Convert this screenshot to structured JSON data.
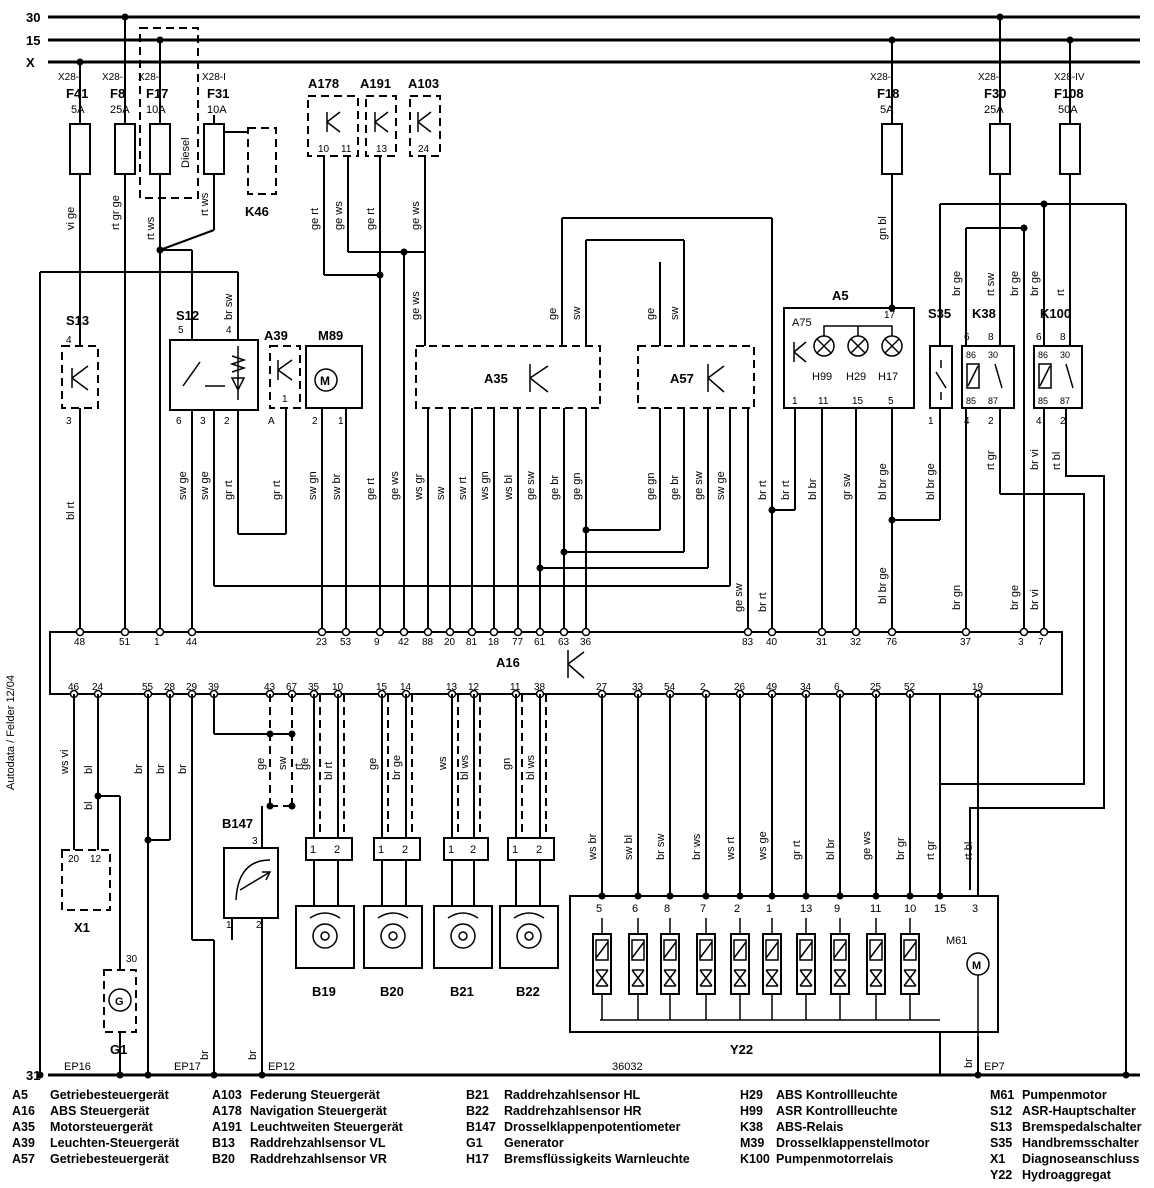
{
  "rails": {
    "r30": "30",
    "r15": "15",
    "rX": "X",
    "r31": "31"
  },
  "sidebar_note": "Autodata / Felder 12/04",
  "ref_number": "36032",
  "connectors": {
    "x28i": "X28-I",
    "x28iv": "X28-IV"
  },
  "fuses": [
    {
      "id": "F41",
      "rating": "5A"
    },
    {
      "id": "F8",
      "rating": "25A"
    },
    {
      "id": "F17",
      "rating": "10A"
    },
    {
      "id": "F31",
      "rating": "10A"
    },
    {
      "id": "F18",
      "rating": "5A"
    },
    {
      "id": "F30",
      "rating": "25A"
    },
    {
      "id": "F108",
      "rating": "50A"
    }
  ],
  "components": {
    "A178": "A178",
    "A191": "A191",
    "A103": "A103",
    "K46": "K46",
    "S13": "S13",
    "S12": "S12",
    "A39": "A39",
    "M89": "M89",
    "A35": "A35",
    "A57": "A57",
    "A5": "A5",
    "A75": "A75",
    "H99": "H99",
    "H29": "H29",
    "H17": "H17",
    "S35": "S35",
    "K38": "K38",
    "K100": "K100",
    "A16": "A16",
    "X1": "X1",
    "G1": "G1",
    "B147": "B147",
    "B19": "B19",
    "B20": "B20",
    "B21": "B21",
    "B22": "B22",
    "Y22": "Y22",
    "M61": "M61",
    "diesel": "Diesel"
  },
  "grounds": {
    "ep16": "EP16",
    "ep17": "EP17",
    "ep12": "EP12",
    "ep7": "EP7"
  },
  "wire_colors": {
    "vi_ge": "vi ge",
    "rt_gr_ge": "rt gr ge",
    "rt_ws": "rt ws",
    "gn_bl": "gn bl",
    "ge_rt": "ge rt",
    "ge_ws": "ge ws",
    "ge": "ge",
    "sw": "sw",
    "br_sw": "br sw",
    "br_ge": "br ge",
    "rt_sw": "rt sw",
    "rt": "rt",
    "bl_rt": "bl rt",
    "sw_ge": "sw ge",
    "gr_rt": "gr rt",
    "sw_gn": "sw gn",
    "sw_br": "sw br",
    "ws_gr": "ws gr",
    "sw_rt": "sw rt",
    "ws_gn": "ws gn",
    "ws_bl": "ws bl",
    "ge_br": "ge br",
    "ge_gn": "ge gn",
    "ge_sw": "ge sw",
    "br_rt": "br rt",
    "bl_br": "bl br",
    "gr_sw": "gr sw",
    "bl_br_ge": "bl br ge",
    "br_gn": "br gn",
    "br_vi": "br vi",
    "rt_bl": "rt bl",
    "ws_vi": "ws vi",
    "bl": "bl",
    "br": "br",
    "gn": "gn",
    "ws": "ws",
    "ws_br": "ws br",
    "sw_bl": "sw bl",
    "br_ws": "br ws",
    "ws_rt": "ws rt",
    "ws_ge": "ws ge",
    "bl_rt2": "bl rt",
    "br_gr": "br gr",
    "rt_gr": "rt gr",
    "bl_ws": "bl ws",
    "rt_bl2": "rt bl"
  },
  "legend": [
    [
      "A5",
      "Getriebesteuergerät"
    ],
    [
      "A16",
      "ABS Steuergerät"
    ],
    [
      "A35",
      "Motorsteuergerät"
    ],
    [
      "A39",
      "Leuchten-Steuergerät"
    ],
    [
      "A57",
      "Getriebesteuergerät"
    ],
    [
      "A103",
      "Federung Steuergerät"
    ],
    [
      "A178",
      "Navigation Steuergerät"
    ],
    [
      "A191",
      "Leuchtweiten Steuergerät"
    ],
    [
      "B13",
      "Raddrehzahlsensor VL"
    ],
    [
      "B20",
      "Raddrehzahlsensor VR"
    ],
    [
      "B21",
      "Raddrehzahlsensor HL"
    ],
    [
      "B22",
      "Raddrehzahlsensor HR"
    ],
    [
      "B147",
      "Drosselklappenpotentiometer"
    ],
    [
      "G1",
      "Generator"
    ],
    [
      "H17",
      "Bremsflüssigkeits Warnleuchte"
    ],
    [
      "H29",
      "ABS Kontrollleuchte"
    ],
    [
      "H99",
      "ASR Kontrollleuchte"
    ],
    [
      "K38",
      "ABS-Relais"
    ],
    [
      "M39",
      "Drosselklappenstellmotor"
    ],
    [
      "K100",
      "Pumpenmotorrelais"
    ],
    [
      "M61",
      "Pumpenmotor"
    ],
    [
      "S12",
      "ASR-Hauptschalter"
    ],
    [
      "S13",
      "Bremspedalschalter"
    ],
    [
      "S35",
      "Handbremsschalter"
    ],
    [
      "X1",
      "Diagnoseanschluss"
    ],
    [
      "Y22",
      "Hydroaggregat"
    ]
  ],
  "a16_top_pins": [
    "48",
    "51",
    "1",
    "44",
    "23",
    "53",
    "9",
    "42",
    "88",
    "20",
    "81",
    "18",
    "77",
    "61",
    "63",
    "36",
    "83",
    "40",
    "31",
    "32",
    "76",
    "37",
    "3",
    "7"
  ],
  "a16_bottom_pins": [
    "46",
    "24",
    "55",
    "28",
    "29",
    "39",
    "43",
    "67",
    "35",
    "10",
    "15",
    "14",
    "13",
    "12",
    "11",
    "38",
    "27",
    "33",
    "54",
    "2",
    "26",
    "49",
    "34",
    "6",
    "25",
    "52",
    "19"
  ],
  "y22_pins": [
    "5",
    "6",
    "8",
    "7",
    "2",
    "1",
    "13",
    "9",
    "11",
    "10",
    "15",
    "3"
  ],
  "y22_wires": [
    "ws br",
    "sw bl",
    "br sw",
    "br ws",
    "ws rt",
    "ws ge",
    "gr rt",
    "bl br",
    "ge ws",
    "br gr",
    "rt gr",
    "rt bl"
  ],
  "a35_wires": [
    "ws gr",
    "sw",
    "sw rt",
    "ws gn",
    "ws bl",
    "ge sw",
    "ge br",
    "ge gn"
  ],
  "a57_wires": [
    "ge gn",
    "ge br",
    "ge sw",
    "sw ge"
  ]
}
